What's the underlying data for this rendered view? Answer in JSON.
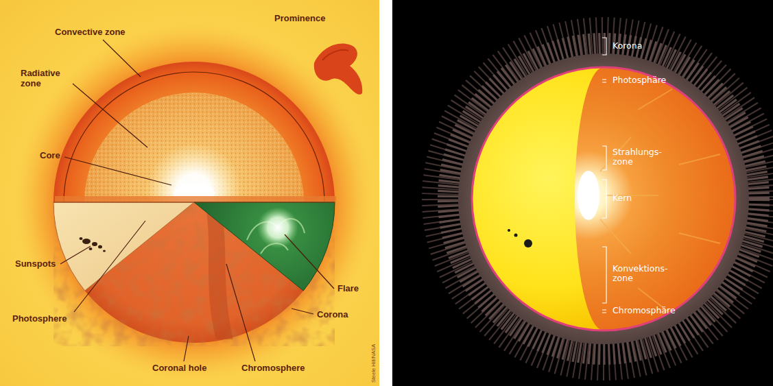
{
  "diagram": {
    "labels": [
      "Prominence",
      "Convective zone",
      "Radiative zone",
      "Core",
      "Sunspots",
      "Photosphere",
      "Flare",
      "Corona",
      "Coronal hole",
      "Chromosphere",
      "Steele Hill/NASA",
      "Korona",
      "Photosphäre",
      "Strahlungs- zone",
      "Kern",
      "Konvektions- zone",
      "Chromosphäre"
    ]
  }
}
